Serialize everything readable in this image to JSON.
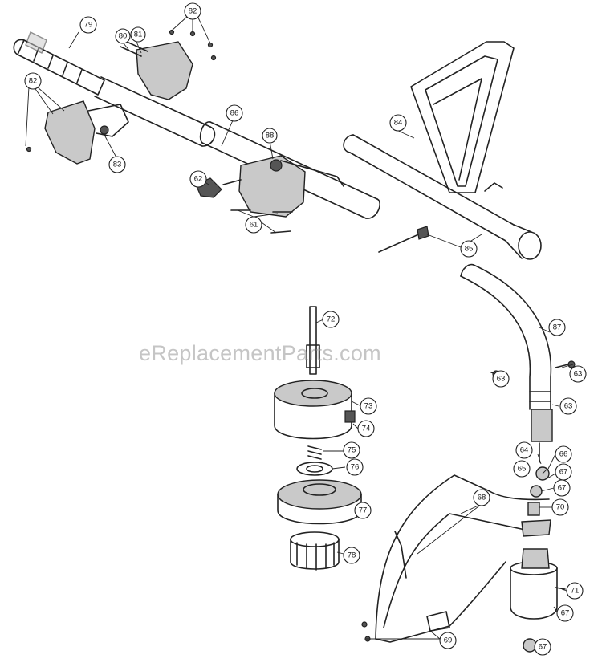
{
  "watermark": "eReplacementParts.com",
  "callouts": {
    "c79": "79",
    "c82a": "82",
    "c80": "80",
    "c81": "81",
    "c82b": "82",
    "c86": "86",
    "c84": "84",
    "c83": "83",
    "c88": "88",
    "c62": "62",
    "c61": "61",
    "c85": "85",
    "c72": "72",
    "c87": "87",
    "c73": "73",
    "c74": "74",
    "c63a": "63",
    "c63b": "63",
    "c63c": "63",
    "c75": "75",
    "c76": "76",
    "c64": "64",
    "c66": "66",
    "c65": "65",
    "c67a": "67",
    "c67b": "67",
    "c68": "68",
    "c70": "70",
    "c77": "77",
    "c78": "78",
    "c71": "71",
    "c67c": "67",
    "c69": "69",
    "c67d": "67"
  }
}
